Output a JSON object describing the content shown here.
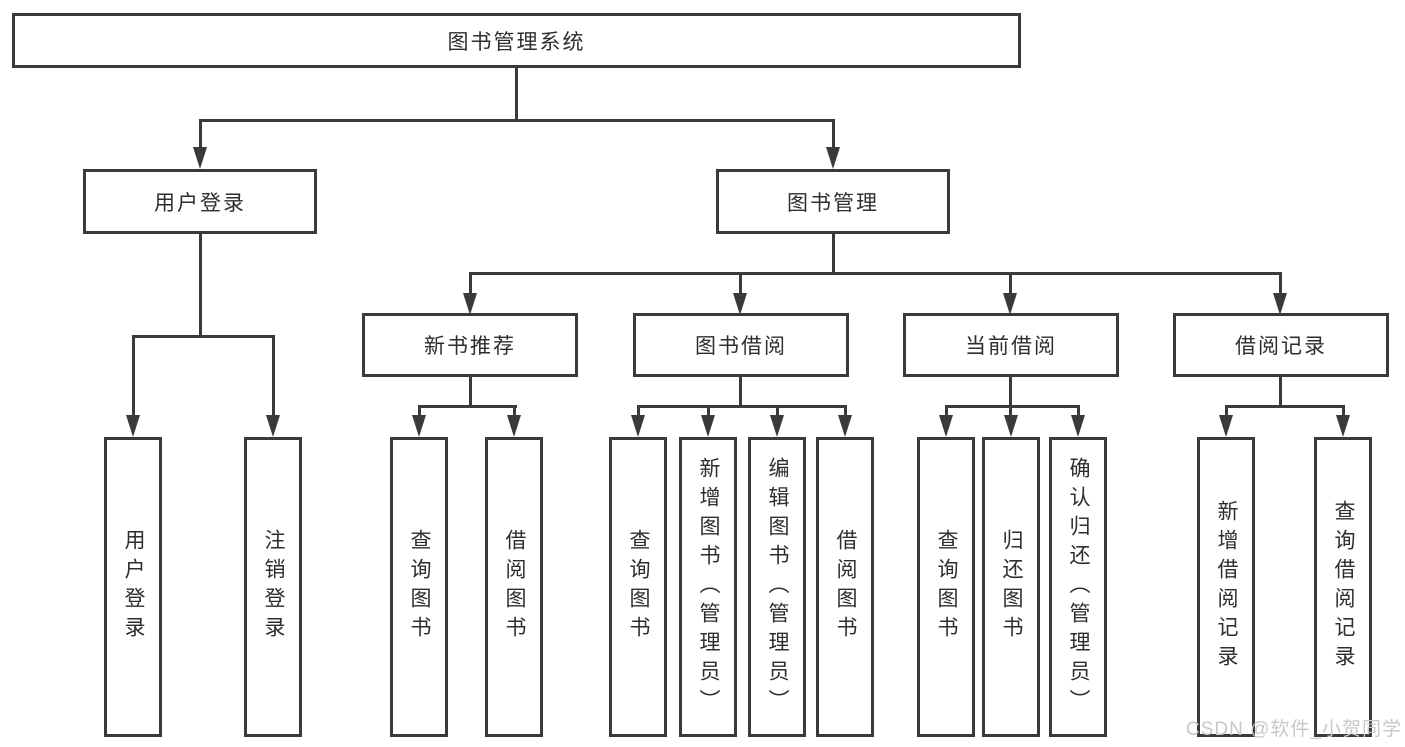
{
  "tree": {
    "root_label": "图书管理系统",
    "level2": [
      {
        "label": "用户登录"
      },
      {
        "label": "图书管理"
      }
    ],
    "level3": [
      {
        "label": "新书推荐",
        "parent": "图书管理"
      },
      {
        "label": "图书借阅",
        "parent": "图书管理"
      },
      {
        "label": "当前借阅",
        "parent": "图书管理"
      },
      {
        "label": "借阅记录",
        "parent": "图书管理"
      }
    ],
    "leaves": [
      {
        "label": "用户登录",
        "parent": "用户登录"
      },
      {
        "label": "注销登录",
        "parent": "用户登录"
      },
      {
        "label": "查询图书",
        "parent": "新书推荐"
      },
      {
        "label": "借阅图书",
        "parent": "新书推荐"
      },
      {
        "label": "查询图书",
        "parent": "图书借阅"
      },
      {
        "label": "新增图书（管理员）",
        "parent": "图书借阅"
      },
      {
        "label": "编辑图书（管理员）",
        "parent": "图书借阅"
      },
      {
        "label": "借阅图书",
        "parent": "图书借阅"
      },
      {
        "label": "查询图书",
        "parent": "当前借阅"
      },
      {
        "label": "归还图书",
        "parent": "当前借阅"
      },
      {
        "label": "确认归还（管理员）",
        "parent": "当前借阅"
      },
      {
        "label": "新增借阅记录",
        "parent": "借阅记录"
      },
      {
        "label": "查询借阅记录",
        "parent": "借阅记录"
      }
    ]
  },
  "watermark": {
    "text": "CSDN @软件_小贺同学"
  },
  "colors": {
    "line": "#3a3a3a",
    "text": "#2e2e2e",
    "box_background": "#ffffff",
    "page_background": "#ffffff",
    "watermark": "#c8c8c8"
  }
}
